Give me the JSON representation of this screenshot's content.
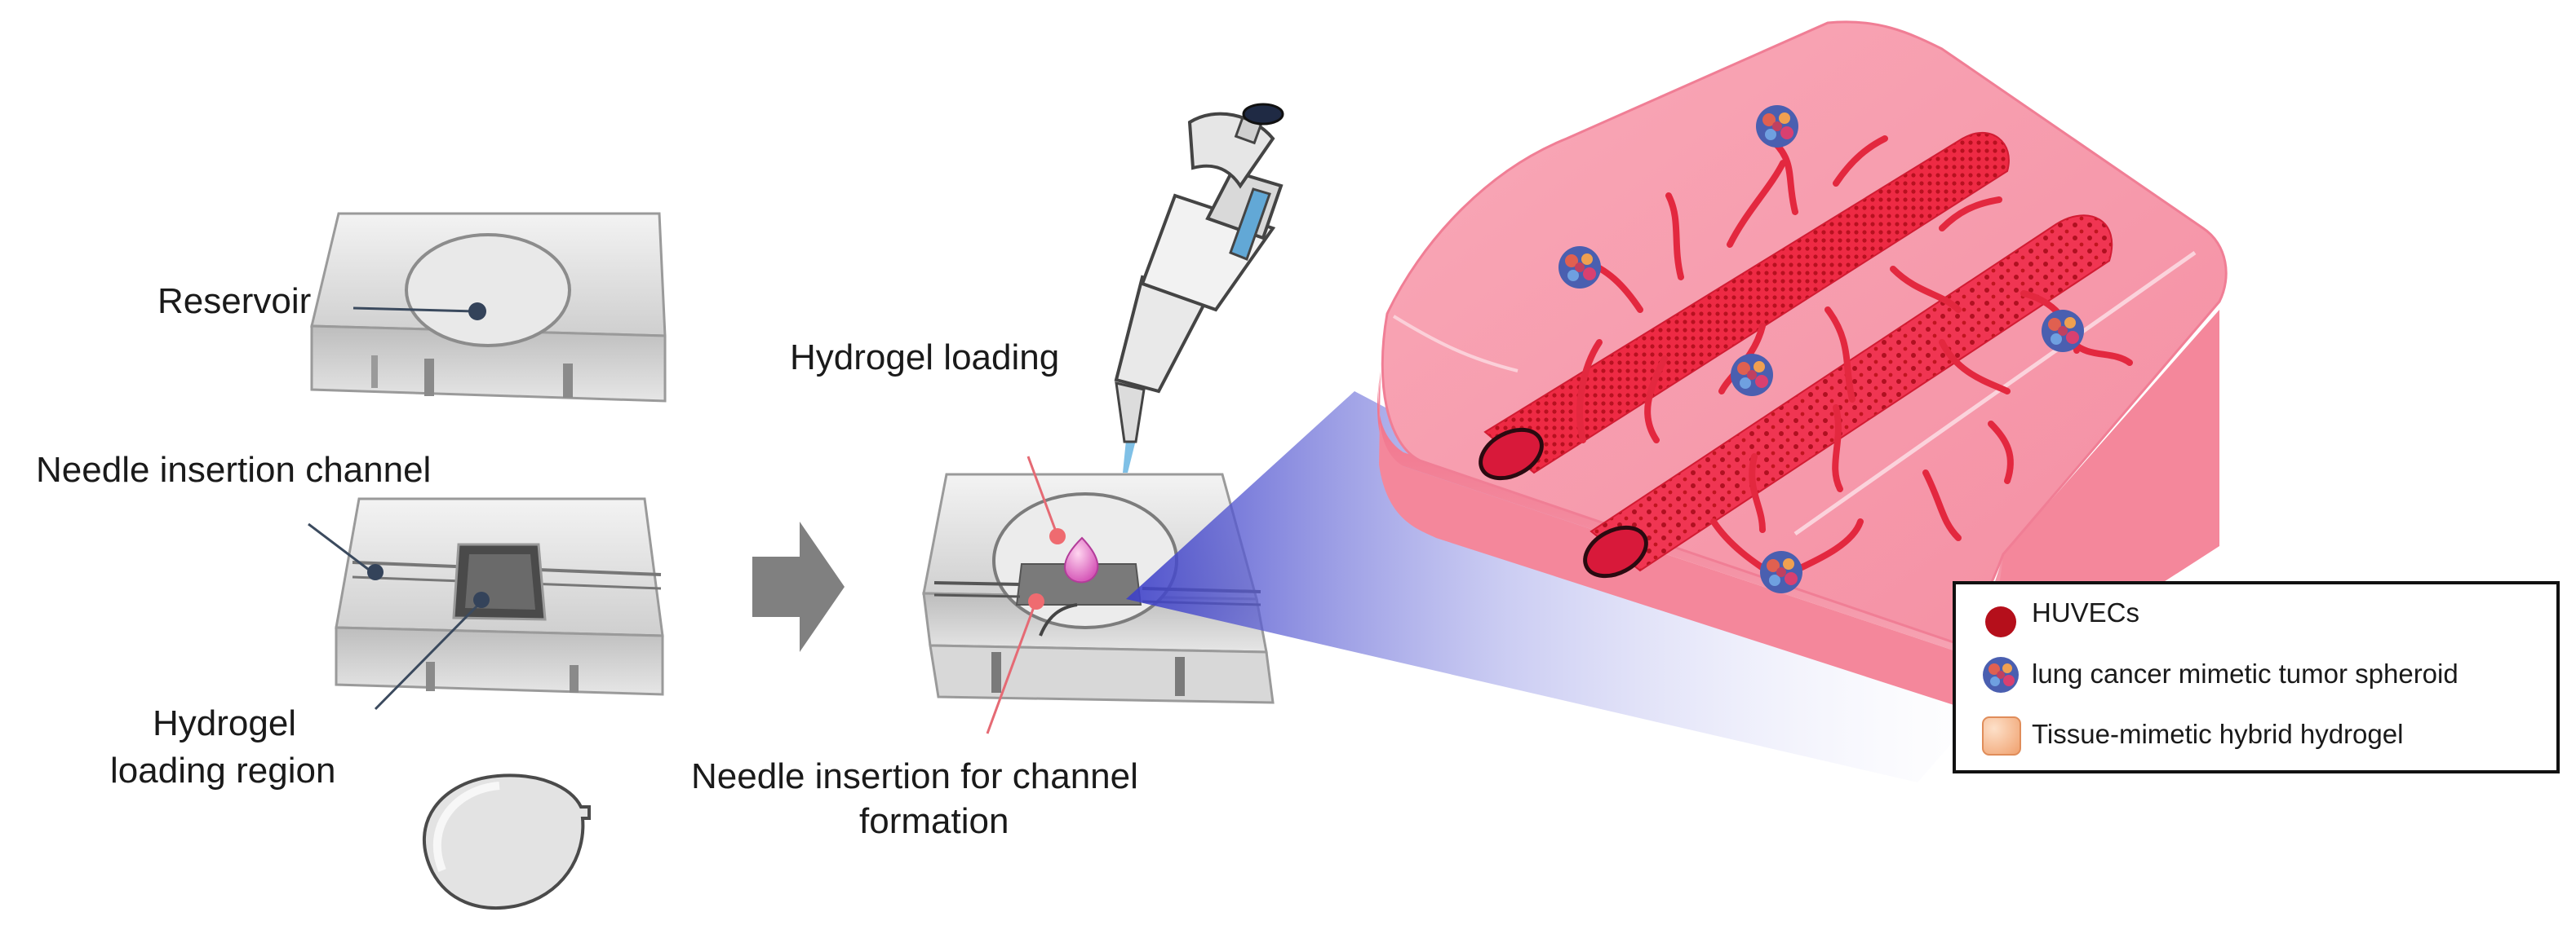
{
  "labels": {
    "reservoir": "Reservoir",
    "needle_channel": "Needle insertion channel",
    "hydrogel_region_1": "Hydrogel",
    "hydrogel_region_2": "loading region",
    "hydrogel_loading": "Hydrogel loading",
    "needle_formation_1": "Needle insertion for channel",
    "needle_formation_2": "formation"
  },
  "legend": {
    "items": [
      {
        "label": "HUVECs",
        "icon": "red-dot-icon"
      },
      {
        "label": "lung cancer mimetic tumor spheroid",
        "icon": "spheroid-icon"
      },
      {
        "label": "Tissue-mimetic hybrid hydrogel",
        "icon": "hydrogel-square-icon"
      }
    ]
  },
  "colors": {
    "hydrogel": "#f7a1b1",
    "vessel": "#e8203a",
    "cell": "#b50f1b",
    "arrow": "#808080",
    "beam": "#6a6fd6",
    "legend_swatch": "#f9c19b"
  }
}
